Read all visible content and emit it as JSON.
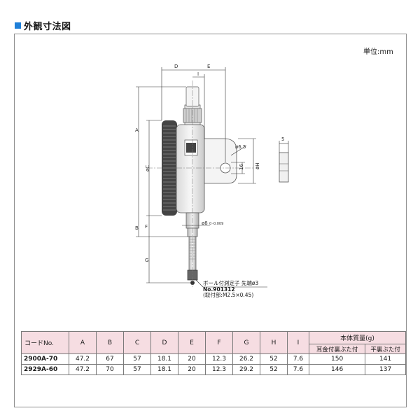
{
  "heading": "外観寸法図",
  "unit_label": "単位:mm",
  "diagram": {
    "dim_labels": {
      "D": "D",
      "E": "E",
      "I": "I",
      "A": "A",
      "B": "B",
      "C": "øC",
      "F": "F",
      "G": "G",
      "H": "øH",
      "hole": "ø6.5",
      "hole_spacing": "16",
      "thickness": "5",
      "stem": "ø8",
      "stem_tol": "0 -0.009"
    },
    "callout": {
      "contact_point": "ボール付測定子  先端ø3",
      "part_no": "No.901312",
      "thread": "(取付部:M2.5×0.45)"
    }
  },
  "table": {
    "headers": [
      "コードNo.",
      "A",
      "B",
      "C",
      "D",
      "E",
      "F",
      "G",
      "H",
      "I"
    ],
    "mass_header": "本体質量(g)",
    "mass_subheaders": [
      "耳金付裏ぶた付",
      "平裏ぶた付"
    ],
    "rows": [
      {
        "code": "2900A-70",
        "A": "47.2",
        "B": "67",
        "C": "57",
        "D": "18.1",
        "E": "20",
        "F": "12.3",
        "G": "26.2",
        "H": "52",
        "I": "7.6",
        "mass_lug": "150",
        "mass_flat": "141"
      },
      {
        "code": "2929A-60",
        "A": "47.2",
        "B": "70",
        "C": "57",
        "D": "18.1",
        "E": "20",
        "F": "12.3",
        "G": "29.2",
        "H": "52",
        "I": "7.6",
        "mass_lug": "146",
        "mass_flat": "137"
      }
    ]
  }
}
